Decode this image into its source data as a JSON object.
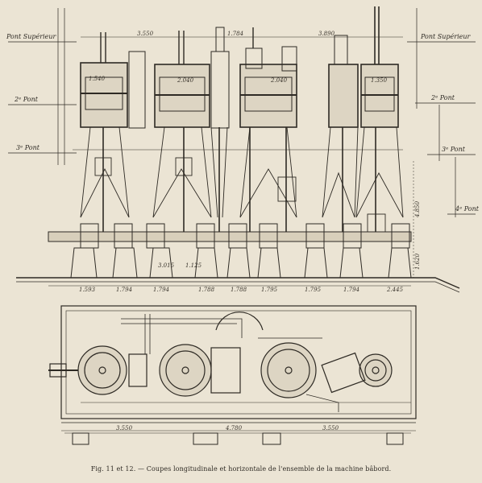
{
  "caption": "Fig. 11 et 12. — Coupes longitudinale et horizontale de l'ensemble de la machine bâbord.",
  "deck_labels_left": [
    "Pont Supérieur",
    "2ᵉ Pont",
    "3ᵉ Pont"
  ],
  "deck_labels_right": [
    "Pont Supérieur",
    "2ᵉ Pont",
    "3ᵉ Pont",
    "4ᵉ Pont"
  ],
  "top_dimensions": [
    "3.550",
    "1.784",
    "3.890"
  ],
  "cylinder_labels": [
    "1.540",
    "2.040",
    "2.040",
    "1.350"
  ],
  "vertical_dimensions": [
    "4.850",
    "1.620"
  ],
  "bottom_dimensions": [
    "1.593",
    "1.794",
    "1.794",
    "1.788",
    "1.788",
    "1.795",
    "1.795",
    "1.794",
    "2.445"
  ],
  "shaft_dimensions": [
    "3.015",
    "1.125"
  ],
  "plan_dimensions": [
    "3.550",
    "4.780",
    "3.550"
  ]
}
